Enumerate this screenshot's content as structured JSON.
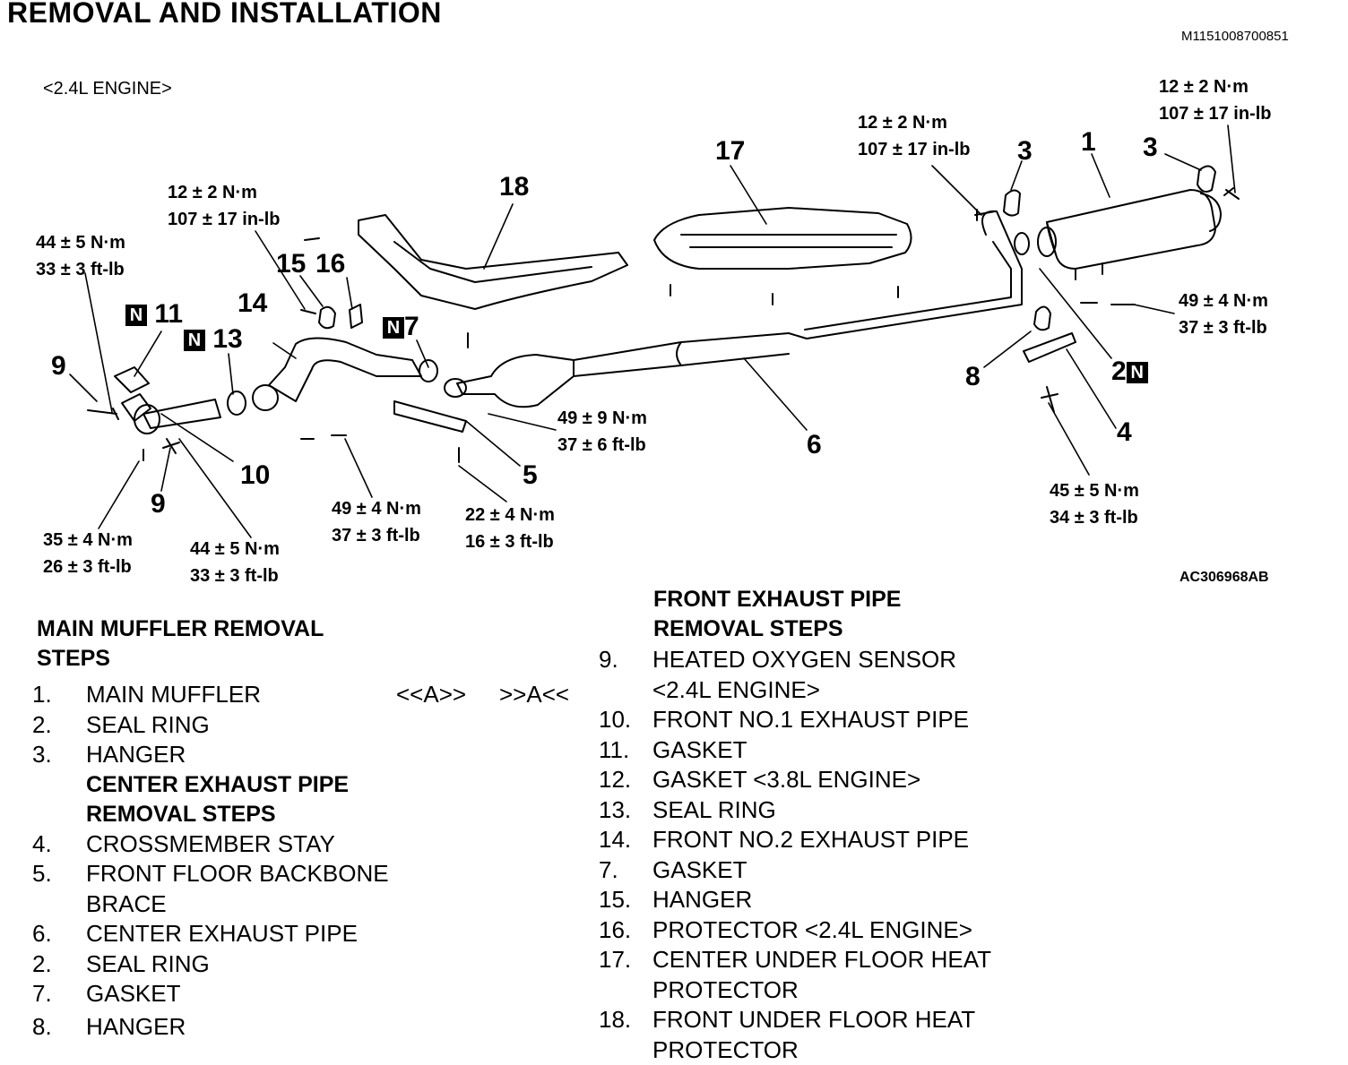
{
  "header": {
    "title": "REMOVAL AND INSTALLATION",
    "doc_id": "M1151008700851"
  },
  "figure": {
    "engine_label": "<2.4L ENGINE>",
    "figure_id": "AC306968AB",
    "n_marker": "N",
    "torque_specs": [
      {
        "line1": "12 ± 2 N·m",
        "line2": "107 ± 17 in-lb"
      },
      {
        "line1": "12 ± 2 N·m",
        "line2": "107 ± 17 in-lb"
      },
      {
        "line1": "44 ± 5 N·m",
        "line2": "33 ± 3 ft-lb"
      },
      {
        "line1": "12 ± 2 N·m",
        "line2": "107 ± 17 in-lb"
      },
      {
        "line1": "49 ± 4 N·m",
        "line2": "37 ± 3 ft-lb"
      },
      {
        "line1": "49 ± 9 N·m",
        "line2": "37 ± 6 ft-lb"
      },
      {
        "line1": "45 ± 5 N·m",
        "line2": "34 ± 3 ft-lb"
      },
      {
        "line1": "35 ± 4 N·m",
        "line2": "26 ± 3 ft-lb"
      },
      {
        "line1": "44 ± 5 N·m",
        "line2": "33 ± 3 ft-lb"
      },
      {
        "line1": "49 ± 4 N·m",
        "line2": "37 ± 3 ft-lb"
      },
      {
        "line1": "22 ± 4 N·m",
        "line2": "16 ± 3 ft-lb"
      }
    ],
    "callouts": [
      "17",
      "18",
      "3",
      "1",
      "3",
      "15",
      "16",
      "11",
      "13",
      "7",
      "14",
      "9",
      "10",
      "9",
      "5",
      "6",
      "8",
      "2",
      "4"
    ]
  },
  "main_muffler": {
    "heading_line1": "MAIN MUFFLER REMOVAL",
    "heading_line2": "STEPS",
    "steps": [
      {
        "num": "1.",
        "label": "MAIN MUFFLER"
      },
      {
        "num": "2.",
        "label": "SEAL RING"
      },
      {
        "num": "3.",
        "label": "HANGER"
      }
    ],
    "notes": [
      "<<A>>",
      ">>A<<"
    ]
  },
  "center_pipe": {
    "heading_line1": "CENTER EXHAUST PIPE",
    "heading_line2": "REMOVAL STEPS",
    "steps": [
      {
        "num": "4.",
        "label": "CROSSMEMBER STAY"
      },
      {
        "num": "5.",
        "label": "FRONT FLOOR BACKBONE"
      },
      {
        "num": "",
        "label": "BRACE"
      },
      {
        "num": "6.",
        "label": "CENTER EXHAUST PIPE"
      },
      {
        "num": "2.",
        "label": "SEAL RING"
      },
      {
        "num": "7.",
        "label": "GASKET"
      },
      {
        "num": "8.",
        "label": "HANGER"
      }
    ]
  },
  "front_pipe": {
    "heading_line1": "FRONT EXHAUST PIPE",
    "heading_line2": "REMOVAL STEPS",
    "steps": [
      {
        "num": "9.",
        "label": "HEATED OXYGEN SENSOR"
      },
      {
        "num": "",
        "label": "<2.4L ENGINE>"
      },
      {
        "num": "10.",
        "label": "FRONT NO.1 EXHAUST PIPE"
      },
      {
        "num": "11.",
        "label": "GASKET"
      },
      {
        "num": "12.",
        "label": "GASKET <3.8L ENGINE>"
      },
      {
        "num": "13.",
        "label": "SEAL RING"
      },
      {
        "num": "14.",
        "label": "FRONT NO.2 EXHAUST PIPE"
      },
      {
        "num": "7.",
        "label": "GASKET"
      },
      {
        "num": "15.",
        "label": "HANGER"
      },
      {
        "num": "16.",
        "label": "PROTECTOR <2.4L ENGINE>"
      },
      {
        "num": "17.",
        "label": "CENTER UNDER FLOOR HEAT"
      },
      {
        "num": "",
        "label": "PROTECTOR"
      },
      {
        "num": "18.",
        "label": "FRONT UNDER FLOOR HEAT"
      },
      {
        "num": "",
        "label": "PROTECTOR"
      }
    ]
  }
}
